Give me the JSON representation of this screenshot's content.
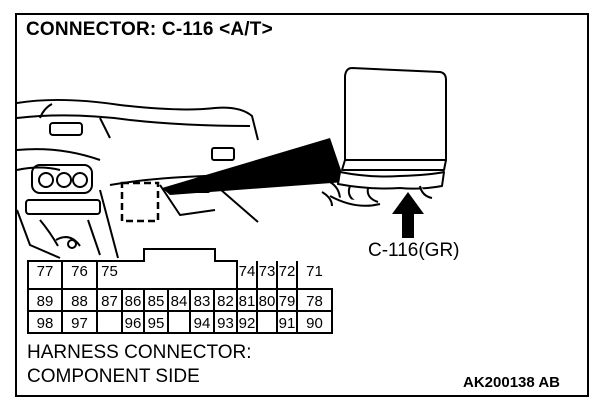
{
  "title": "CONNECTOR: C-116 <A/T>",
  "callout_label": "C-116(GR)",
  "harness_label_line1": "HARNESS CONNECTOR:",
  "harness_label_line2": "COMPONENT SIDE",
  "figure_code": "AK200138 AB",
  "connector": {
    "row1": [
      "77",
      "76",
      "75",
      "",
      "",
      "",
      "74",
      "73",
      "72",
      "71"
    ],
    "row2": [
      "89",
      "88",
      "87",
      "86",
      "85",
      "84",
      "83",
      "82",
      "81",
      "80",
      "79",
      "78"
    ],
    "row3": [
      "98",
      "97",
      "",
      "96",
      "95",
      "",
      "94",
      "93",
      "92",
      "",
      "91",
      "90"
    ]
  }
}
